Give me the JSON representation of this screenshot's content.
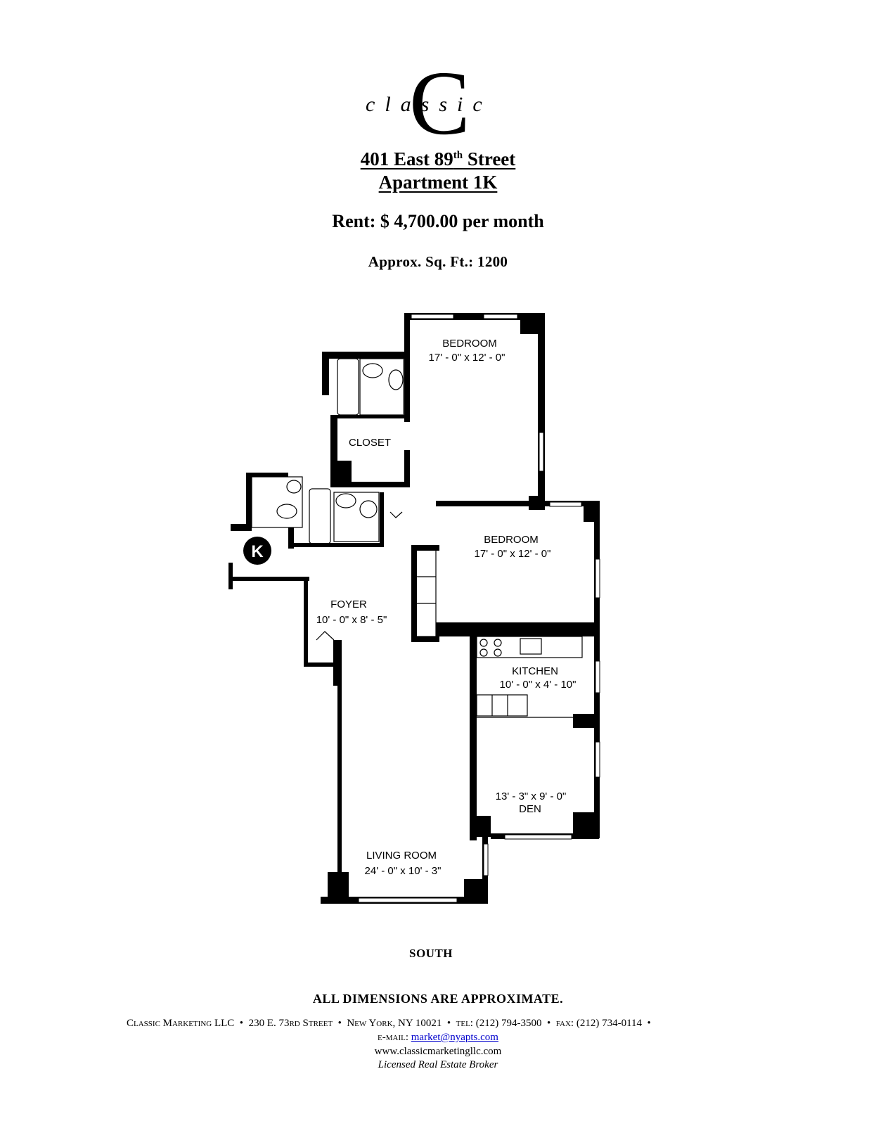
{
  "logo": {
    "monogram": "C",
    "wordmark": "classic"
  },
  "header": {
    "address_main": "401 East 89",
    "address_sup": "th",
    "address_end": " Street",
    "apartment": "Apartment 1K",
    "rent": "Rent: $ 4,700.00 per month",
    "sqft": "Approx. Sq. Ft.: 1200"
  },
  "floorplan": {
    "entrance_marker": "K",
    "rooms": [
      {
        "name": "BEDROOM",
        "size": "17' - 0\" x 12' - 0\""
      },
      {
        "name": "CLOSET",
        "size": ""
      },
      {
        "name": "BEDROOM",
        "size": "17' - 0\" x 12' - 0\""
      },
      {
        "name": "FOYER",
        "size": "10' - 0\" x 8' - 5\""
      },
      {
        "name": "KITCHEN",
        "size": "10' - 0\" x 4' - 10\""
      },
      {
        "name": "DEN",
        "size": "13' - 3\" x 9' - 0\""
      },
      {
        "name": "LIVING ROOM",
        "size": "24' - 0\" x 10' - 3\""
      }
    ]
  },
  "compass": "SOUTH",
  "disclaimer": "ALL DIMENSIONS ARE APPROXIMATE.",
  "footer": {
    "company": "Classic Marketing LLC",
    "address": "230 E. 73rd Street",
    "city": "New York, NY 10021",
    "tel_label": "tel:",
    "tel": "(212) 794-3500",
    "fax_label": "fax:",
    "fax": "(212) 734-0114",
    "email_label": "e-mail:",
    "email": "market@nyapts.com",
    "website": "www.classicmarketingllc.com",
    "license": "Licensed Real Estate Broker"
  }
}
